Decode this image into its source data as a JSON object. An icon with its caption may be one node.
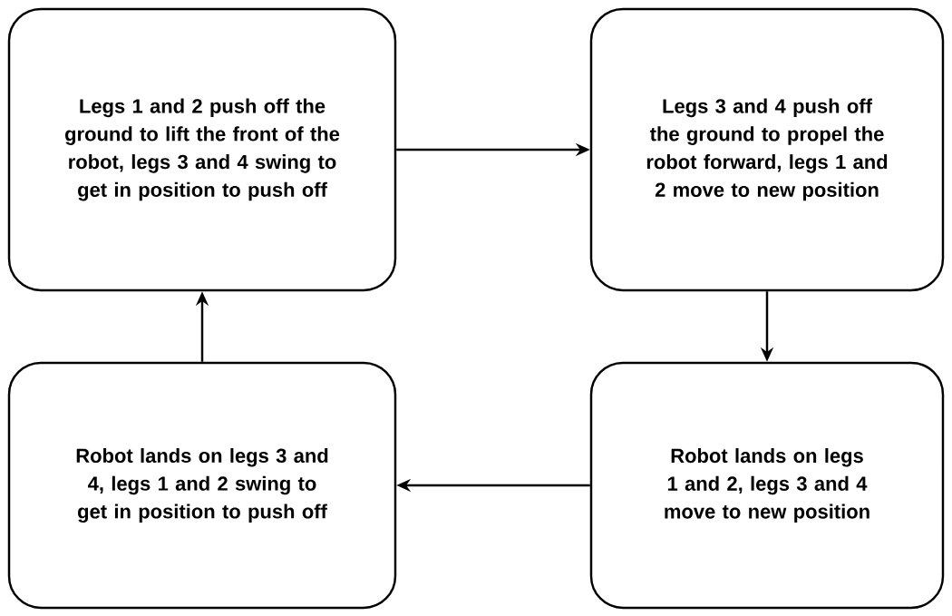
{
  "diagram": {
    "nodes": [
      {
        "text": [
          "Legs 1 and 2 push off the ground to lift the front of the robot, legs 3 and 4 swing to get in position to push off"
        ]
      },
      {
        "text": [
          "Legs 3 and 4 push off the ground to propel the robot forward, legs 1 and 2 move to new position"
        ]
      },
      {
        "text": [
          "Robot lands on legs 3 and 4, legs 1 and 2 swing to get in position to push off"
        ]
      },
      {
        "text": [
          "Robot lands on legs 1 and 2, legs 3 and 4 move to new position"
        ]
      }
    ],
    "edges": [
      {
        "from": 0,
        "to": 1,
        "arrow": "to"
      },
      {
        "from": 1,
        "to": 3,
        "arrow": "to"
      },
      {
        "from": 3,
        "to": 2,
        "arrow": "to"
      },
      {
        "from": 2,
        "to": 0,
        "arrow": "to"
      }
    ]
  }
}
